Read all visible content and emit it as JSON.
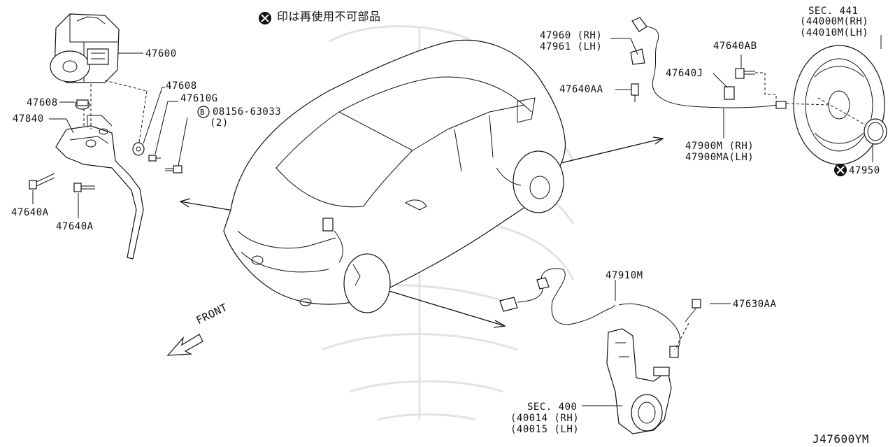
{
  "note": {
    "text": "印は再使用不可部品"
  },
  "callouts": {
    "p47600": "47600",
    "p47608_left": "47608",
    "p47608_right": "47608",
    "p47840": "47840",
    "p47610g": "47610G",
    "p08156_code": "08156-63033",
    "p08156_qty": "(2)",
    "p47640a_1": "47640A",
    "p47640a_2": "47640A",
    "p47960": "47960 (RH)",
    "p47961": "47961 (LH)",
    "p47640aa": "47640AA",
    "p47640ab": "47640AB",
    "p47640j": "47640J",
    "p47900m": "47900M (RH)",
    "p47900ma": "47900MA(LH)",
    "sec441_title": "SEC. 441",
    "sec441_rh": "(44000M(RH)",
    "sec441_lh": "(44010M(LH)",
    "p47950": "47950",
    "p47910m": "47910M",
    "p47630aa": "47630AA",
    "sec400_title": "SEC. 400",
    "sec400_rh": "(40014 (RH)",
    "sec400_lh": "(40015 (LH)",
    "front": "FRONT",
    "diagram_id": "J47600YM"
  },
  "symbols": {
    "not_reusable": "⊗",
    "bolt_marker": "B"
  }
}
